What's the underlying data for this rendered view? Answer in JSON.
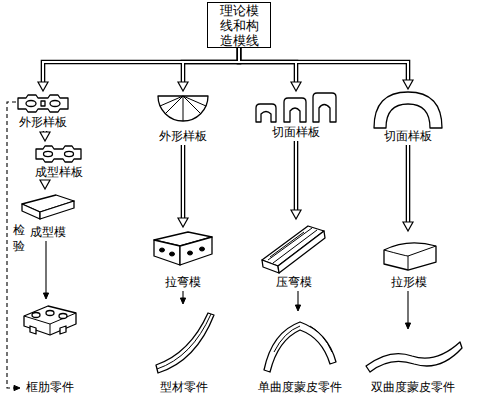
{
  "diagram": {
    "nodes": [
      {
        "text": [
          "理论模 线和构 造模线"
        ]
      },
      {
        "text": [
          "外形样板"
        ]
      },
      {
        "text": [
          "成型样板"
        ]
      },
      {
        "text": [
          "成型模"
        ]
      },
      {
        "text": [
          "框肋零件"
        ]
      },
      {
        "text": [
          "外形样板"
        ]
      },
      {
        "text": [
          "拉弯模"
        ]
      },
      {
        "text": [
          "型材零件"
        ]
      },
      {
        "text": [
          "切面样板"
        ]
      },
      {
        "text": [
          "压弯模"
        ]
      },
      {
        "text": [
          "单曲度蒙皮零件"
        ]
      },
      {
        "text": [
          "切面样板"
        ]
      },
      {
        "text": [
          "拉形模"
        ]
      },
      {
        "text": [
          "双曲度蒙皮零件"
        ]
      }
    ],
    "edges": [
      {
        "from": 0,
        "to": 1,
        "arrow": "to"
      },
      {
        "from": 0,
        "to": 5,
        "arrow": "to"
      },
      {
        "from": 0,
        "to": 8,
        "arrow": "to"
      },
      {
        "from": 0,
        "to": 11,
        "arrow": "to"
      },
      {
        "from": 1,
        "to": 2,
        "arrow": "to"
      },
      {
        "from": 2,
        "to": 3,
        "arrow": "to"
      },
      {
        "from": 3,
        "to": 4,
        "arrow": "to"
      },
      {
        "from": 5,
        "to": 6,
        "arrow": "to"
      },
      {
        "from": 6,
        "to": 7,
        "arrow": "to"
      },
      {
        "from": 8,
        "to": 9,
        "arrow": "to"
      },
      {
        "from": 9,
        "to": 10,
        "arrow": "to"
      },
      {
        "from": 11,
        "to": 12,
        "arrow": "to"
      },
      {
        "from": 12,
        "to": 13,
        "arrow": "to"
      },
      {
        "from": 1,
        "to": 4,
        "label": "检验",
        "arrow": "to"
      }
    ]
  }
}
